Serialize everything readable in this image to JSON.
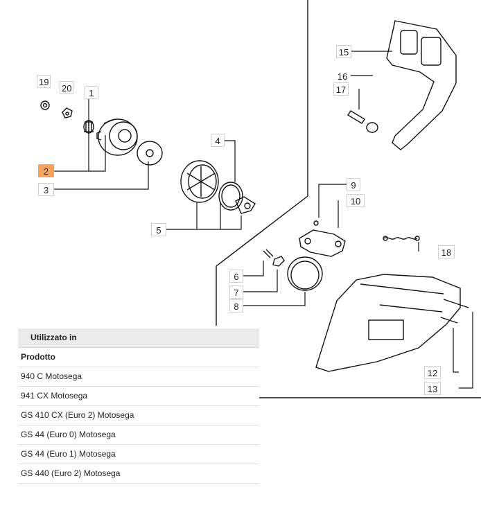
{
  "diagram": {
    "callouts": {
      "c1": "1",
      "c2": "2",
      "c3": "3",
      "c4": "4",
      "c5": "5",
      "c6": "6",
      "c7": "7",
      "c8": "8",
      "c9": "9",
      "c10": "10",
      "c12": "12",
      "c13": "13",
      "c15": "15",
      "c16": "16",
      "c17": "17",
      "c18": "18",
      "c19": "19",
      "c20": "20"
    },
    "highlighted_callout": "2",
    "highlight_color": "#f7a45e"
  },
  "used_in": {
    "title": "Utilizzato in",
    "column_header": "Prodotto",
    "products": [
      "940 C Motosega",
      "941 CX Motosega",
      "GS 410 CX (Euro 2) Motosega",
      "GS 44 (Euro 0) Motosega",
      "GS 44 (Euro 1) Motosega",
      "GS 440 (Euro 2) Motosega"
    ]
  }
}
